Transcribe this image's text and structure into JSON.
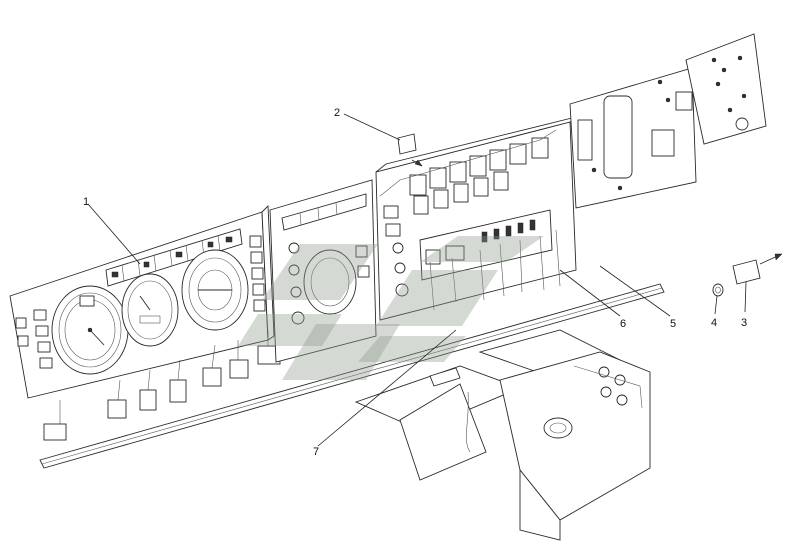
{
  "callouts": [
    {
      "id": "c1",
      "text": "1"
    },
    {
      "id": "c2",
      "text": "2"
    },
    {
      "id": "c3",
      "text": "3"
    },
    {
      "id": "c4",
      "text": "4"
    },
    {
      "id": "c5",
      "text": "5"
    },
    {
      "id": "c6",
      "text": "6"
    },
    {
      "id": "c7",
      "text": "7"
    }
  ],
  "colors": {
    "line": "#2a2a2a",
    "background": "#ffffff",
    "watermark": "#8e9a8c"
  }
}
